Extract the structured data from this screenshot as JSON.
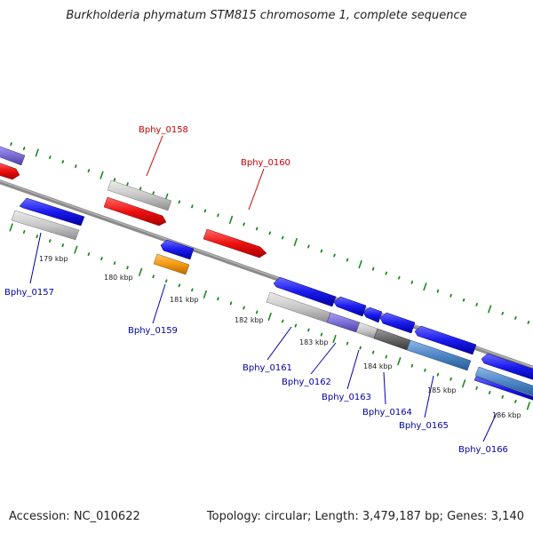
{
  "title": "Burkholderia phymatum STM815 chromosome 1, complete sequence",
  "footer": {
    "accession": "Accession: NC_010622",
    "topology": "Topology: circular; Length: 3,479,187 bp; Genes: 3,140"
  },
  "scale_labels": [
    "179 kbp",
    "180 kbp",
    "181 kbp",
    "182 kbp",
    "183 kbp",
    "184 kbp",
    "185 kbp",
    "186 kbp"
  ],
  "gene_labels": {
    "forward": [
      "Bphy_0158",
      "Bphy_0160"
    ],
    "reverse": [
      "Bphy_0157",
      "Bphy_0159",
      "Bphy_0161",
      "Bphy_0162",
      "Bphy_0163",
      "Bphy_0164",
      "Bphy_0165",
      "Bphy_0166"
    ]
  },
  "colors": {
    "forward_label": "#cc0000",
    "reverse_label": "#0000aa",
    "red": "#ee1111",
    "blue": "#1a1aee",
    "grey": "#c8c8c8",
    "purple": "#7b6fd6",
    "orange": "#f39a11",
    "steel": "#4f86c6",
    "dark_grey": "#666666",
    "tick": "#1a8a1a",
    "backbone": "#7a7a7a"
  }
}
